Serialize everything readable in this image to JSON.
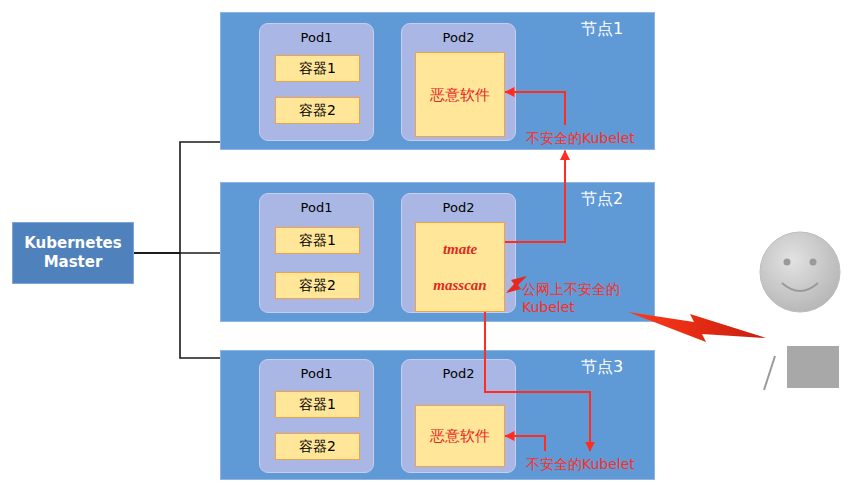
{
  "diagram": {
    "nodes": [
      {
        "text": [
          "Kubernetes Master"
        ]
      },
      {
        "text": [
          "节点1"
        ]
      },
      {
        "text": [
          "Pod1"
        ],
        "in": 1
      },
      {
        "text": [
          "容器1"
        ],
        "in": 2
      },
      {
        "text": [
          "容器2"
        ],
        "in": 2
      },
      {
        "text": [
          "Pod2"
        ],
        "in": 1
      },
      {
        "text": [
          "恶意软件"
        ],
        "in": 5
      },
      {
        "text": [
          "不安全的Kubelet"
        ],
        "in": 1
      },
      {
        "text": [
          "节点2"
        ]
      },
      {
        "text": [
          "Pod1"
        ],
        "in": 8
      },
      {
        "text": [
          "容器1"
        ],
        "in": 9
      },
      {
        "text": [
          "容器2"
        ],
        "in": 9
      },
      {
        "text": [
          "Pod2"
        ],
        "in": 8
      },
      {
        "text": [
          "tmate",
          "masscan"
        ],
        "in": 12
      },
      {
        "text": [
          "公网上不安全的 Kubelet"
        ],
        "in": 8
      },
      {
        "text": [
          "节点3"
        ]
      },
      {
        "text": [
          "Pod1"
        ],
        "in": 15
      },
      {
        "text": [
          "容器1"
        ],
        "in": 16
      },
      {
        "text": [
          "容器2"
        ],
        "in": 16
      },
      {
        "text": [
          "Pod2"
        ],
        "in": 15
      },
      {
        "text": [
          "恶意软件"
        ],
        "in": 19
      },
      {
        "text": [
          "不安全的Kubelet"
        ],
        "in": 15
      }
    ],
    "edges": [
      {
        "from": 0,
        "to": 1,
        "arrow": "none"
      },
      {
        "from": 0,
        "to": 8,
        "arrow": "none"
      },
      {
        "from": 0,
        "to": 15,
        "arrow": "none"
      },
      {
        "from": 13,
        "to": 7,
        "arrow": "to"
      },
      {
        "from": 13,
        "to": 21,
        "arrow": "to"
      },
      {
        "from": 7,
        "to": 6,
        "arrow": "to"
      },
      {
        "from": 21,
        "to": 20,
        "arrow": "to"
      }
    ]
  }
}
